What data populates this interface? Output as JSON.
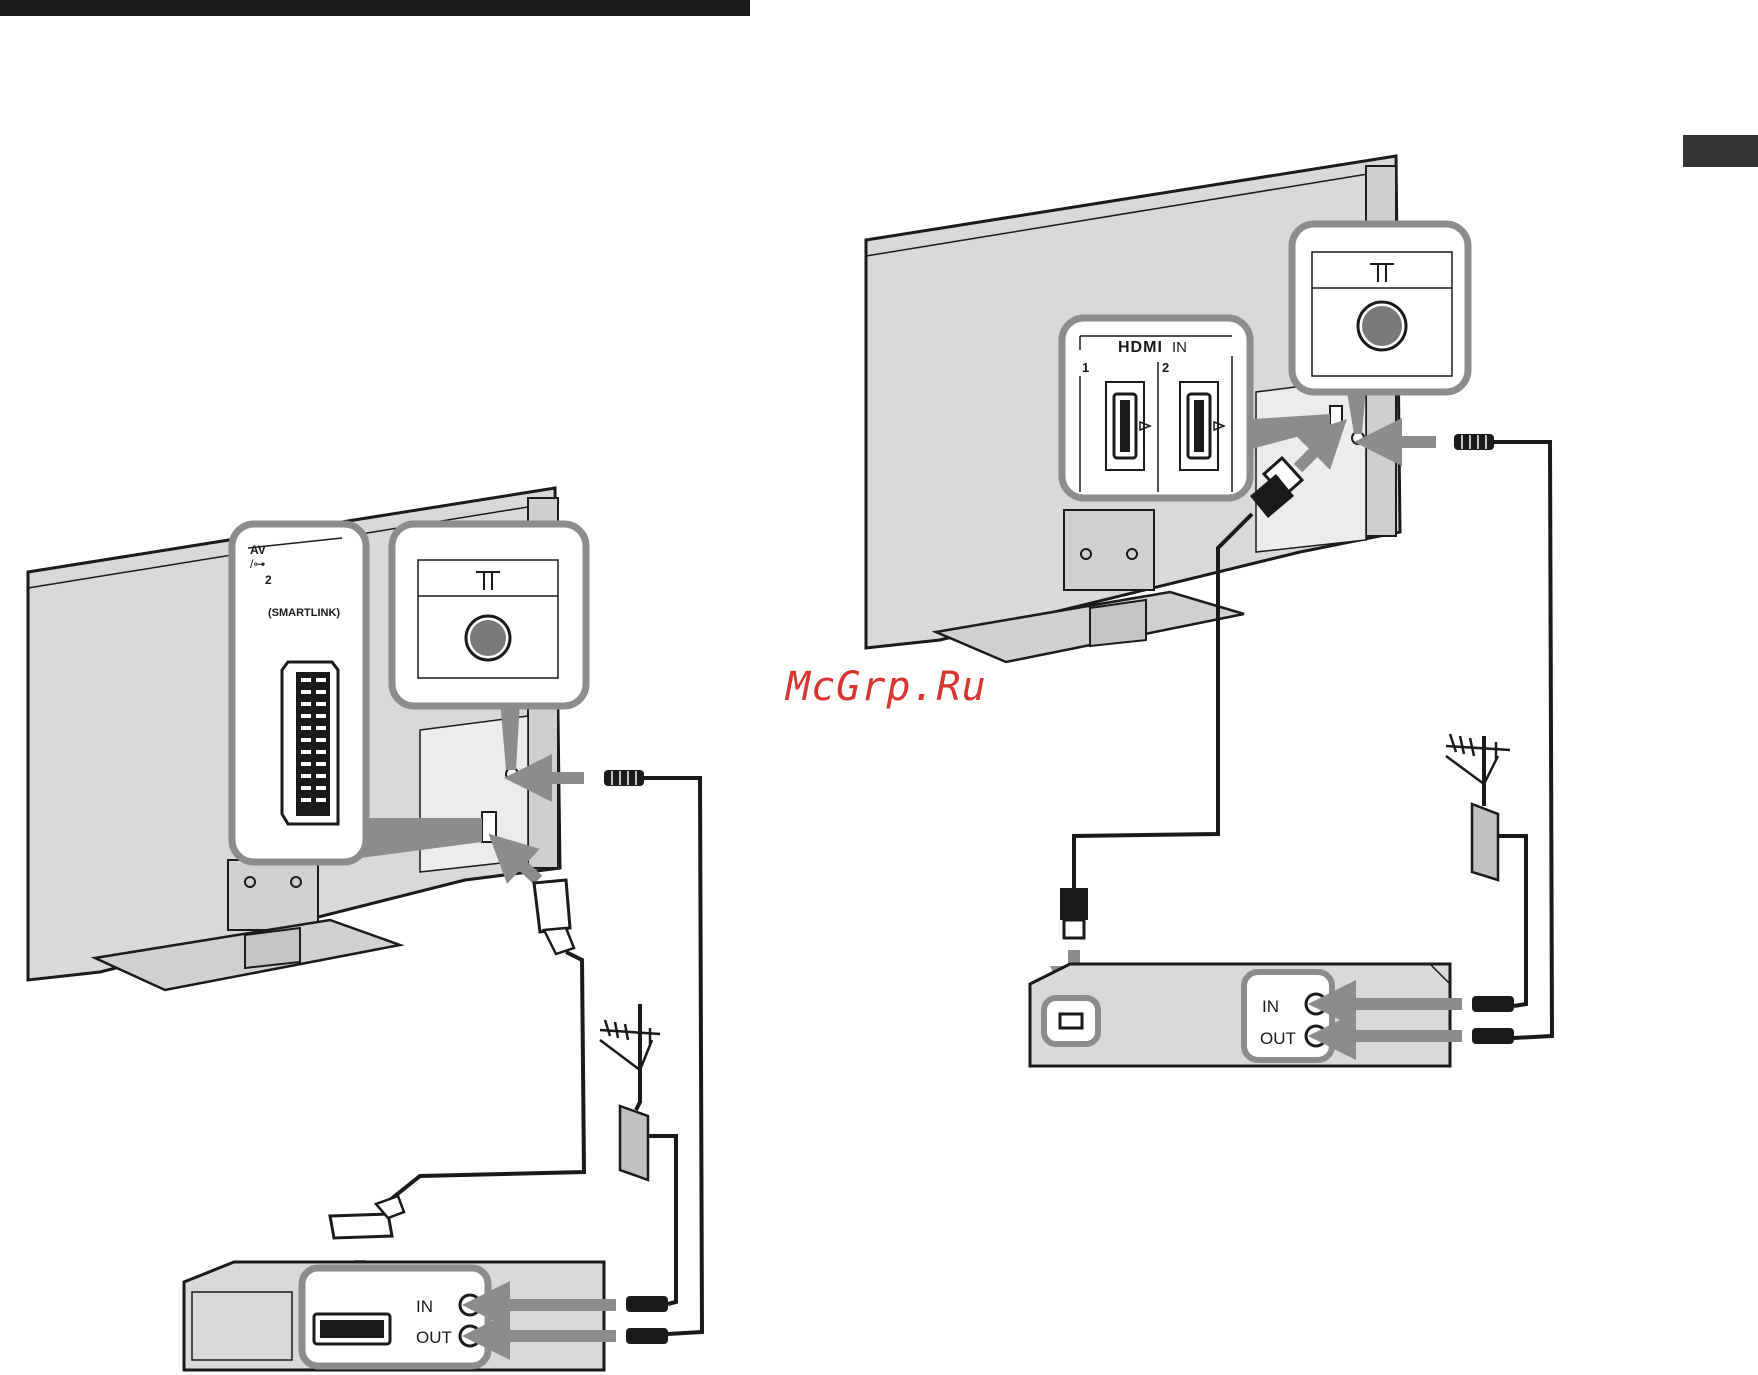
{
  "watermark": "McGrp.Ru",
  "left_diagram": {
    "av_label": "AV",
    "av_number": "2",
    "smartlink_label": "(SMARTLINK)",
    "vcr_in": "IN",
    "vcr_out": "OUT"
  },
  "right_diagram": {
    "hdmi_logo": "HDMI",
    "hdmi_in": "IN",
    "port_1": "1",
    "port_2": "2",
    "box_in": "IN",
    "box_out": "OUT"
  },
  "colors": {
    "tv_body": "#d9d9d9",
    "callout_border": "#8c8c8c",
    "arrow": "#8c8c8c",
    "cable": "#1a1a1a",
    "watermark": "#d8352f"
  }
}
